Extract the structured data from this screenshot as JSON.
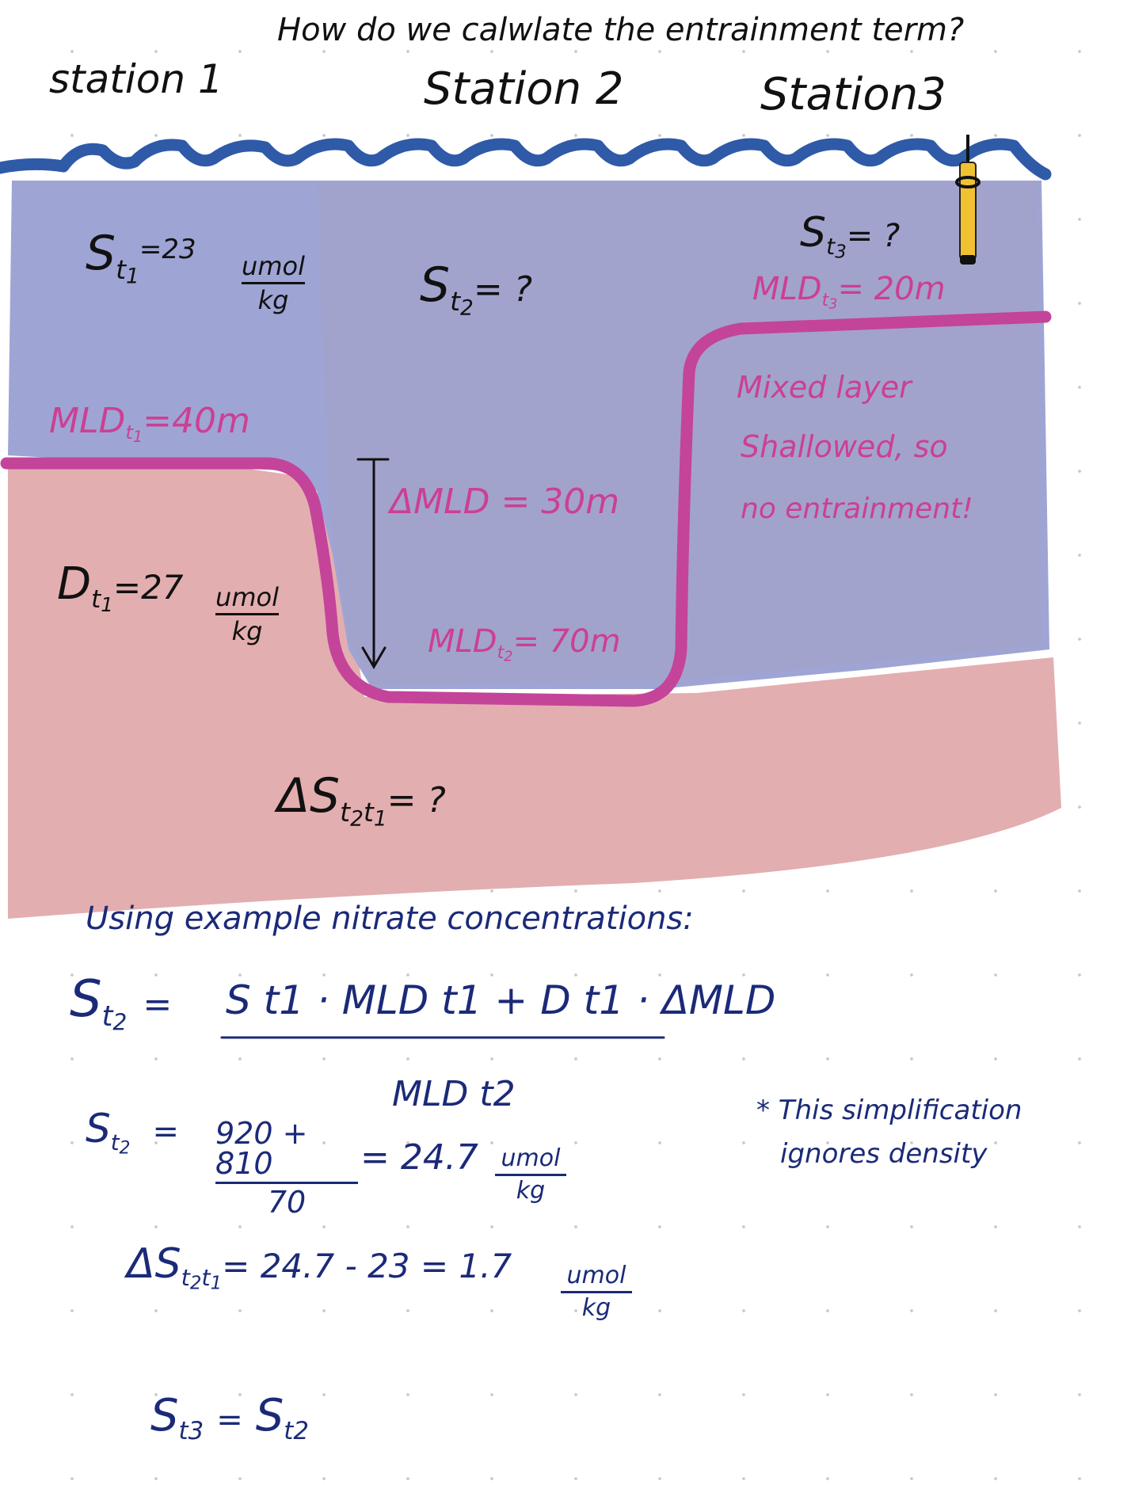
{
  "title": "How do we calwlate the entrainment term?",
  "stations": [
    "station 1",
    "Station 2",
    "Station3"
  ],
  "station1": {
    "s_label": "S",
    "s_sub": "t",
    "s_subsub": "1",
    "s_value": "=23",
    "s_unit_top": "umol",
    "s_unit_bottom": "kg",
    "mld_label": "MLD",
    "mld_sub": "t",
    "mld_subsub": "1",
    "mld_value": "=40m",
    "d_label": "D",
    "d_sub": "t",
    "d_subsub": "1",
    "d_value": "=27",
    "d_unit_top": "umol",
    "d_unit_bottom": "kg"
  },
  "station2": {
    "s_label": "S",
    "s_sub": "t",
    "s_subsub": "2",
    "s_value": "= ?",
    "delta_mld": "ΔMLD = 30m",
    "mld_label": "MLD",
    "mld_sub": "t",
    "mld_subsub": "2",
    "mld_value": "= 70m"
  },
  "station3": {
    "s_label": "S",
    "s_sub": "t",
    "s_subsub": "3",
    "s_value": "= ?",
    "mld_label": "MLD",
    "mld_sub": "t",
    "mld_subsub": "3",
    "mld_value": "= 20m",
    "note_line1": "Mixed layer",
    "note_line2": "Shallowed, so",
    "note_line3": "no entrainment!"
  },
  "delta_s": {
    "label": "ΔS",
    "sub": "t",
    "subsub1": "2",
    "subsub2": "1",
    "value": "= ?"
  },
  "intro": "Using example nitrate concentrations:",
  "formula": {
    "lhs_label": "S",
    "lhs_sub": "t",
    "lhs_subsub": "2",
    "eq": "=",
    "numerator": "S t1 · MLD t1 + D t1 · ΔMLD",
    "denominator": "MLD t2"
  },
  "calc1": {
    "lhs_label": "S",
    "lhs_sub": "t",
    "lhs_subsub": "2",
    "eq": "=",
    "numerator": "920 + 810",
    "denominator": "70",
    "result": "= 24.7",
    "unit_top": "umol",
    "unit_bottom": "kg"
  },
  "calc2": {
    "label": "ΔS",
    "sub": "t",
    "subsub1": "2",
    "subsub2": "1",
    "expr": "= 24.7 - 23 = 1.7",
    "unit_top": "umol",
    "unit_bottom": "kg"
  },
  "calc3": {
    "lhs_label": "S",
    "lhs_sub": "t3",
    "eq": "=",
    "rhs_label": "S",
    "rhs_sub": "t2"
  },
  "footnote_line1": "* This simplification",
  "footnote_line2": "ignores density",
  "colors": {
    "mixed_layer": "#9ea5d4",
    "deep_layer": "#e3aeb0",
    "surface": "#2f5aa8",
    "mld_line": "#c4449a",
    "float_body": "#f0c232",
    "ink_black": "#111111",
    "ink_navy": "#1b2a78",
    "ink_pink": "#cc3f93"
  },
  "icons": {
    "float": "profiling-float-icon",
    "arrow": "down-arrow-icon",
    "waves": "surface-wave-line"
  }
}
